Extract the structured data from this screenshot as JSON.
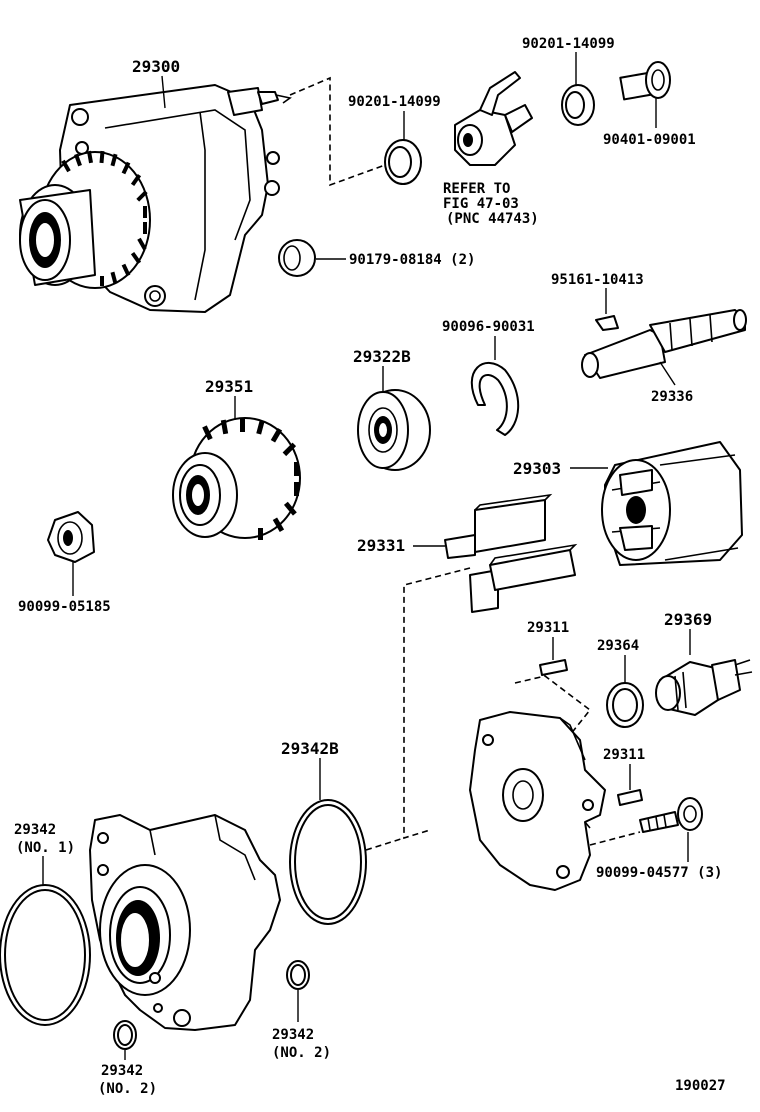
{
  "labels": {
    "p29300": "29300",
    "p90201_a": "90201-14099",
    "p90201_b": "90201-14099",
    "p90401": "90401-09001",
    "refer_line1": "REFER TO",
    "refer_line2": "FIG 47-03",
    "refer_line3": "(PNC 44743)",
    "p90179": "90179-08184 (2)",
    "p95161": "95161-10413",
    "p90096": "90096-90031",
    "p29322B": "29322B",
    "p29336": "29336",
    "p29351": "29351",
    "p29303": "29303",
    "p29331": "29331",
    "p90099_05185": "90099-05185",
    "p29311_a": "29311",
    "p29364": "29364",
    "p29369": "29369",
    "p29342B": "29342B",
    "p29311_b": "29311",
    "p29342_no1_a": "29342",
    "p29342_no1_b": "(NO. 1)",
    "p90099_04577": "90099-04577 (3)",
    "p29342_no2r_a": "29342",
    "p29342_no2r_b": "(NO. 2)",
    "p29342_no2l_a": "29342",
    "p29342_no2l_b": "(NO. 2)",
    "diagram_id": "190027"
  }
}
